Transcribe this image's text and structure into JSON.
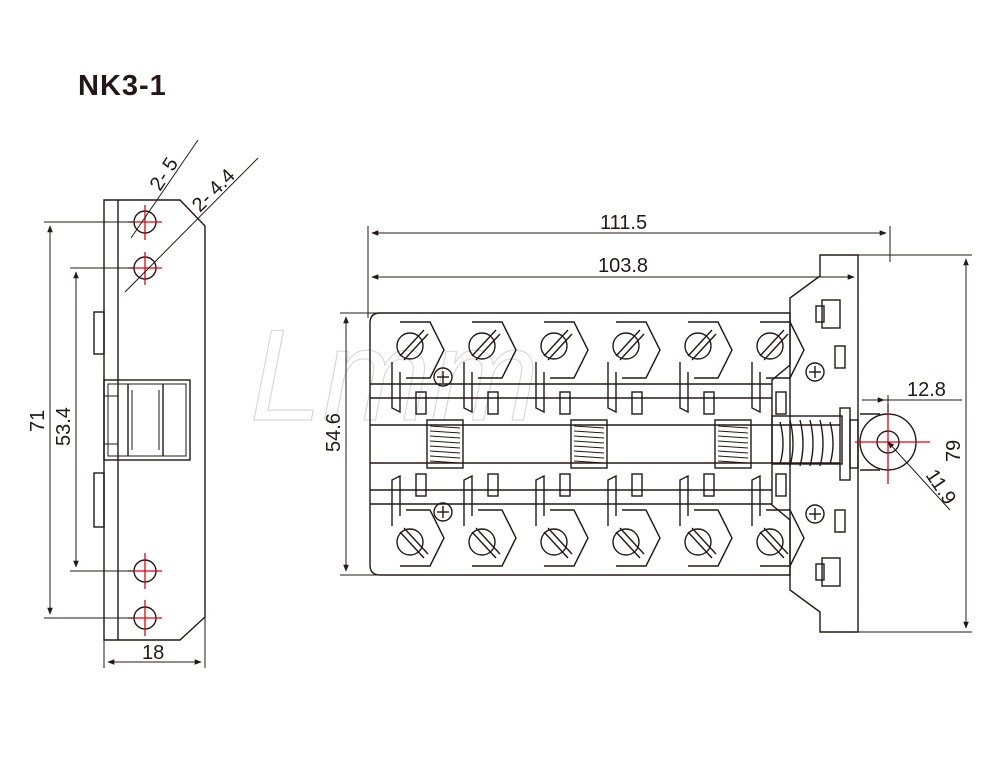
{
  "title": "NK3-1",
  "watermark": "Lmm",
  "side_view": {
    "hole_callout_top": "2- 5",
    "hole_callout_bottom": "2- 4.4",
    "dim_overall_height": "71",
    "dim_inner_height": "53.4",
    "dim_width": "18"
  },
  "front_view": {
    "dim_overall_length": "111.5",
    "dim_inner_length": "103.8",
    "dim_body_height": "54.6",
    "dim_knob_offset": "12.8",
    "dim_knob_height": "79",
    "dim_knob_radius": "11.9",
    "terminal_columns": 6
  },
  "colors": {
    "line": "#231815",
    "centerline": "#e60012"
  }
}
